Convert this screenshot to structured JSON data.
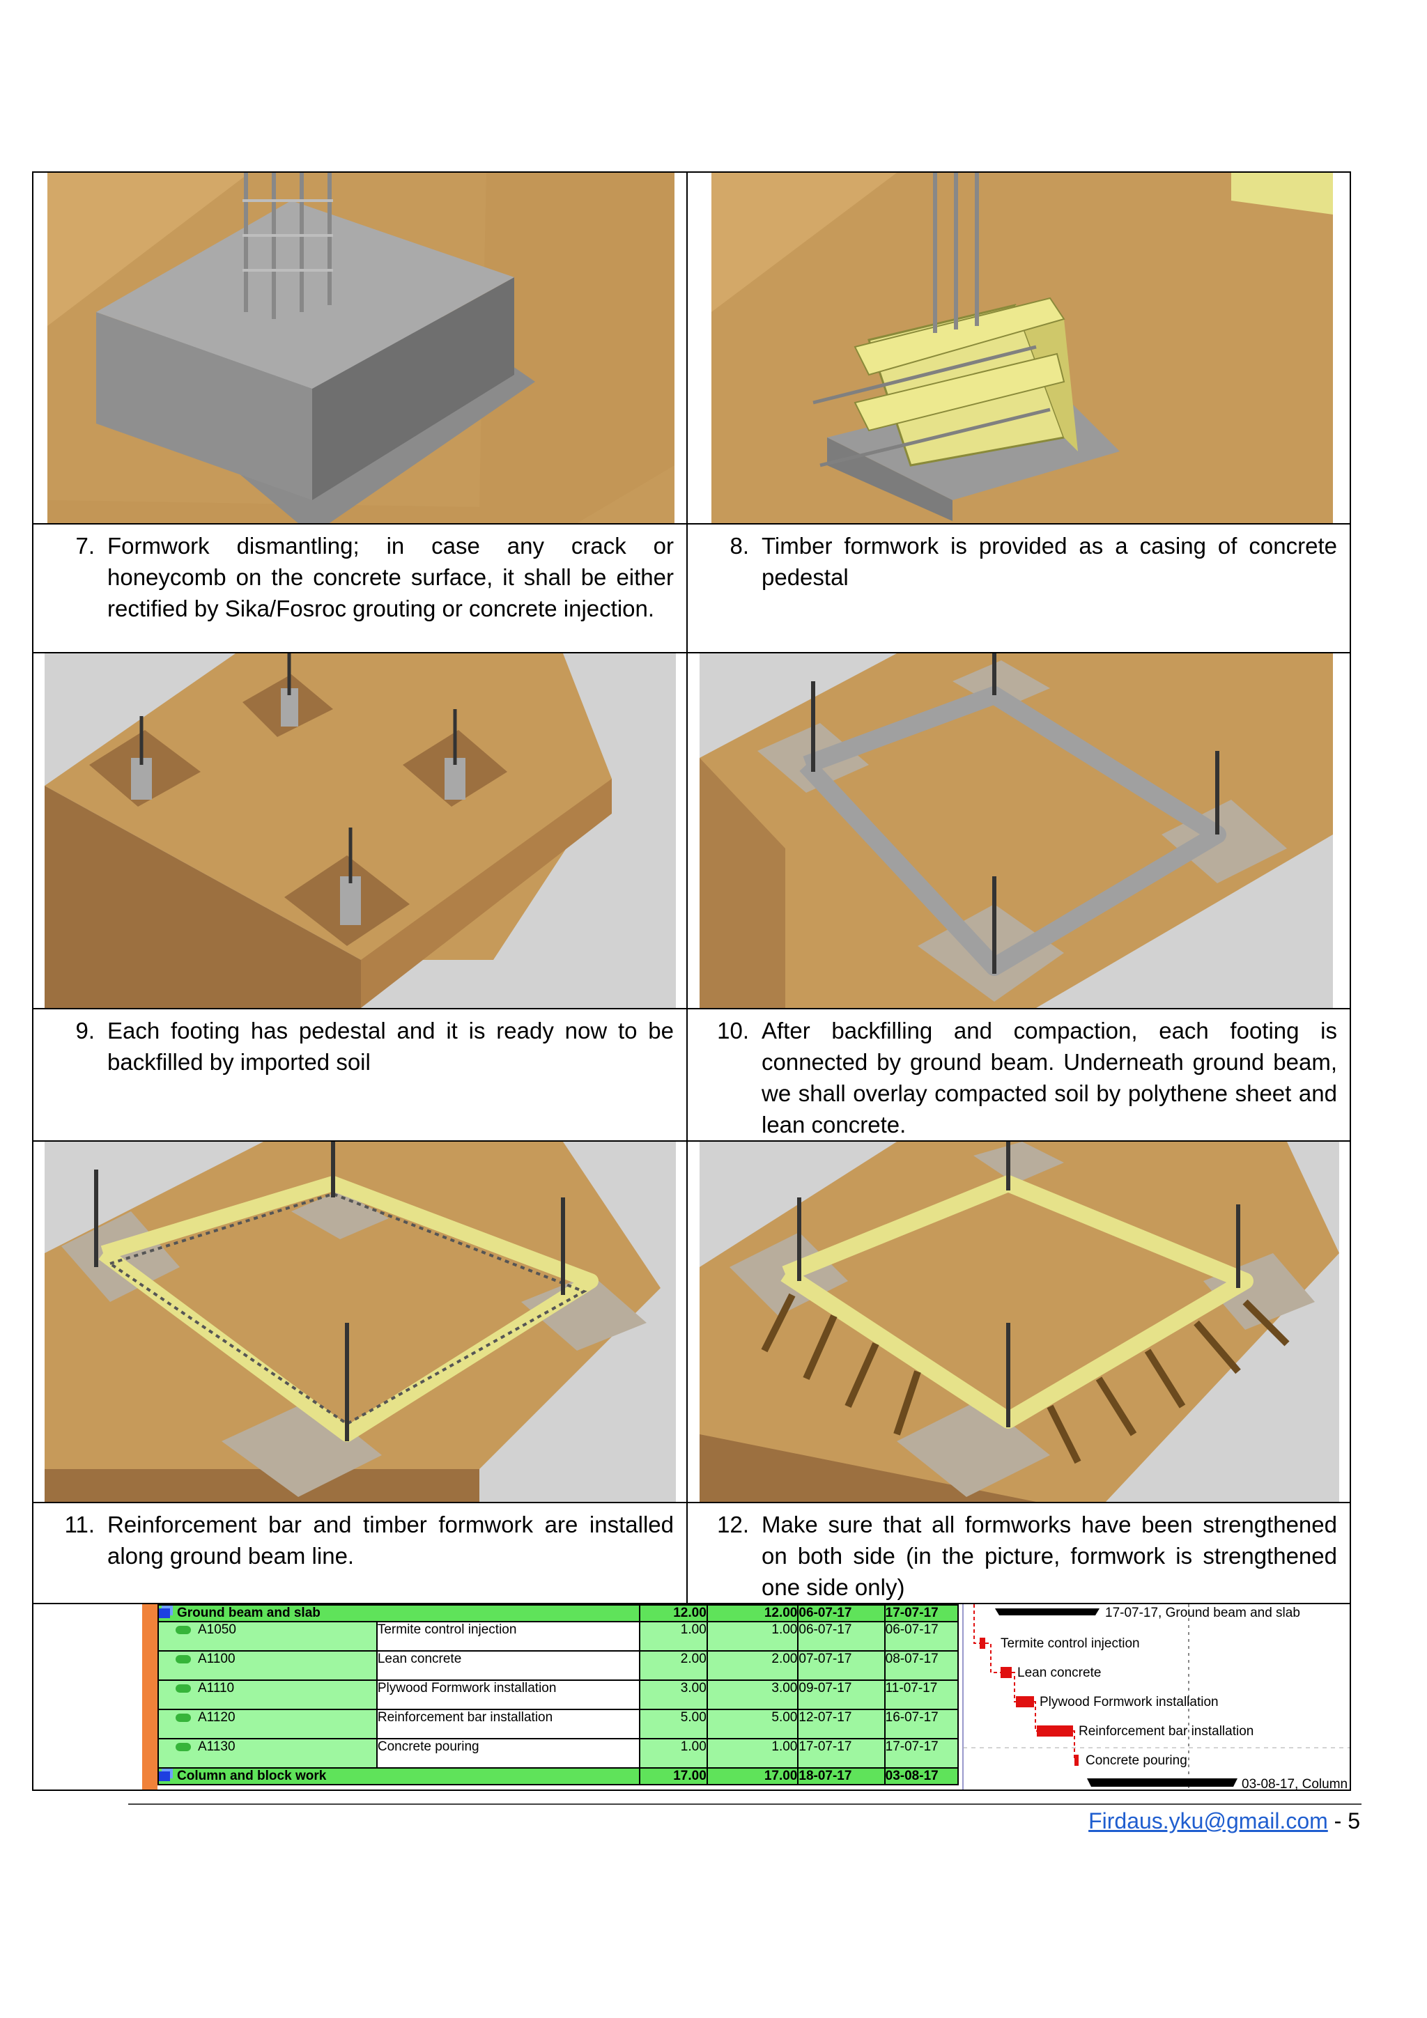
{
  "rows": [
    {
      "left": {
        "num": "7.",
        "text": "Formwork dismantling; in case any crack or honeycomb on the concrete surface, it shall be either rectified by Sika/Fosroc grouting or concrete injection."
      },
      "right": {
        "num": "8.",
        "text": "Timber formwork is provided as a casing of concrete pedestal"
      }
    },
    {
      "left": {
        "num": "9.",
        "text": "Each footing has pedestal and it is ready now to be backfilled by imported soil"
      },
      "right": {
        "num": "10.",
        "text": "After backfilling and compaction, each footing is connected by ground beam. Underneath ground beam, we shall overlay compacted soil by polythene sheet and lean concrete."
      }
    },
    {
      "left": {
        "num": "11.",
        "text": "Reinforcement bar and timber formwork are installed along ground beam line."
      },
      "right": {
        "num": "12.",
        "text": "Make sure that all formworks have been strengthened on both side (in the picture, formwork is strengthened one side only)"
      }
    }
  ],
  "schedule": {
    "group": {
      "name": "Ground beam and slab",
      "dur1": "12.00",
      "dur2": "12.00",
      "start": "06-07-17",
      "finish": "17-07-17",
      "bar_label": "17-07-17, Ground beam and slab"
    },
    "activities": [
      {
        "id": "A1050",
        "name": "Termite control injection",
        "dur1": "1.00",
        "dur2": "1.00",
        "start": "06-07-17",
        "finish": "06-07-17",
        "bar_label": "Termite control injection"
      },
      {
        "id": "A1100",
        "name": "Lean concrete",
        "dur1": "2.00",
        "dur2": "2.00",
        "start": "07-07-17",
        "finish": "08-07-17",
        "bar_label": "Lean concrete"
      },
      {
        "id": "A1110",
        "name": "Plywood Formwork installation",
        "dur1": "3.00",
        "dur2": "3.00",
        "start": "09-07-17",
        "finish": "11-07-17",
        "bar_label": "Plywood Formwork installation"
      },
      {
        "id": "A1120",
        "name": "Reinforcement bar installation",
        "dur1": "5.00",
        "dur2": "5.00",
        "start": "12-07-17",
        "finish": "16-07-17",
        "bar_label": "Reinforcement bar installation"
      },
      {
        "id": "A1130",
        "name": "Concrete pouring",
        "dur1": "1.00",
        "dur2": "1.00",
        "start": "17-07-17",
        "finish": "17-07-17",
        "bar_label": "Concrete pouring"
      }
    ],
    "next_group": {
      "name": "Column and block work",
      "dur1": "17.00",
      "dur2": "17.00",
      "start": "18-07-17",
      "finish": "03-08-17",
      "bar_label": "03-08-17, Column"
    }
  },
  "footer": {
    "email": "Firdaus.yku@gmail.com",
    "separator": " - ",
    "page": "5"
  },
  "colors": {
    "soil": "#c69a5a",
    "soil_dark": "#9c7040",
    "concrete": "#a6a6a6",
    "timber": "#e6e28a",
    "gravel": "#b8ad9c",
    "sky": "#d2d2d2",
    "schedule_green": "#9ef7a0",
    "critical_red": "#e01010"
  }
}
